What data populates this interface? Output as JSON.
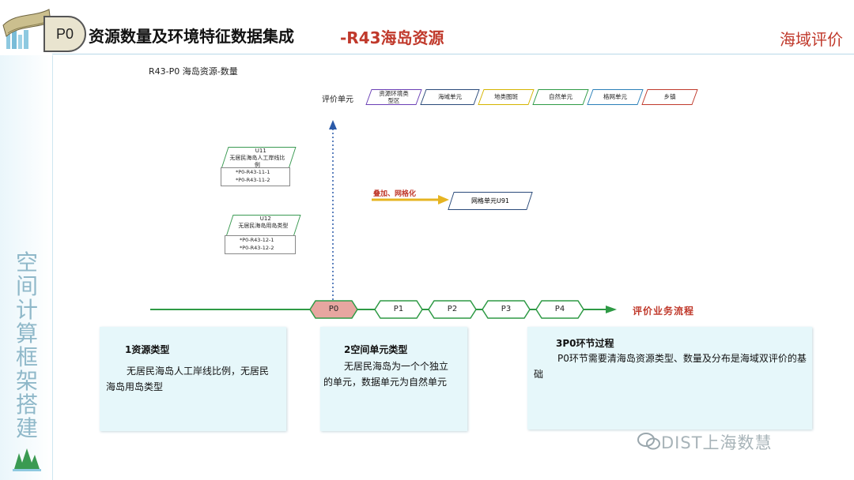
{
  "header": {
    "tab": "P0",
    "title": "资源数量及环境特征数据集成",
    "subtitle": "-R43海岛资源",
    "corner": "海域评价"
  },
  "sidebar": {
    "title": [
      "空",
      "间",
      "计",
      "算",
      "框",
      "架",
      "搭",
      "建"
    ]
  },
  "diagram": {
    "title": "R43-P0 海岛资源-数量",
    "eval_label": "评价单元",
    "units": [
      {
        "label": "资源环境类型区",
        "color": "#6a3fb5"
      },
      {
        "label": "海域单元",
        "color": "#2a4a7a"
      },
      {
        "label": "地类图斑",
        "color": "#d4b400"
      },
      {
        "label": "自然单元",
        "color": "#2e9a45"
      },
      {
        "label": "格网单元",
        "color": "#2a7fb8"
      },
      {
        "label": "乡镇",
        "color": "#c0392b"
      }
    ],
    "sources": [
      {
        "code": "U11",
        "name": "无居民海岛人工岸线比例",
        "items": [
          "*P0-R43-11-1",
          "*P0-R43-11-2"
        ]
      },
      {
        "code": "U12",
        "name": "无居民海岛用岛类型",
        "items": [
          "*P0-R43-12-1",
          "*P0-R43-12-2"
        ]
      }
    ],
    "overlay_label": "叠加、网格化",
    "grid_unit": "网格单元U91",
    "steps": [
      "P0",
      "P1",
      "P2",
      "P3",
      "P4"
    ],
    "flow_label": "评价业务流程"
  },
  "panels": [
    {
      "title": "1资源类型",
      "body": "无居民海岛人工岸线比例，无居民海岛用岛类型"
    },
    {
      "title": "2空间单元类型",
      "body": "无居民海岛为一个个独立的单元，数据单元为自然单元"
    },
    {
      "title": "3P0环节过程",
      "body": "P0环节需要清海岛资源类型、数量及分布是海域双评价的基础"
    }
  ],
  "watermark": "DIST上海数慧"
}
